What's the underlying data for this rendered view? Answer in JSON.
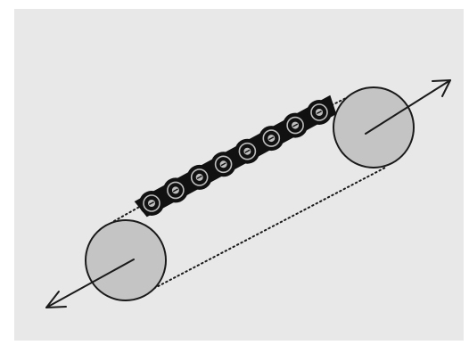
{
  "diagram": {
    "type": "chain-drive",
    "background_color": "#e8e8e8",
    "page_color": "#ffffff",
    "sprocket_fill": "#c4c4c4",
    "sprocket_stroke": "#1a1a1a",
    "chain_color": "#111111",
    "link_highlight": "#bdbdbd",
    "arrow_color": "#1a1a1a",
    "dotted_line_color": "#1a1a1a",
    "sprockets": [
      {
        "name": "lower-left",
        "icon": "circle"
      },
      {
        "name": "upper-right",
        "icon": "circle"
      }
    ],
    "chain": {
      "style": "roller-chain",
      "link_count": 8
    },
    "arrows": [
      {
        "name": "bottom-left",
        "icon": "arrow"
      },
      {
        "name": "top-right",
        "icon": "arrow"
      }
    ],
    "return_path": {
      "style": "dotted"
    }
  }
}
